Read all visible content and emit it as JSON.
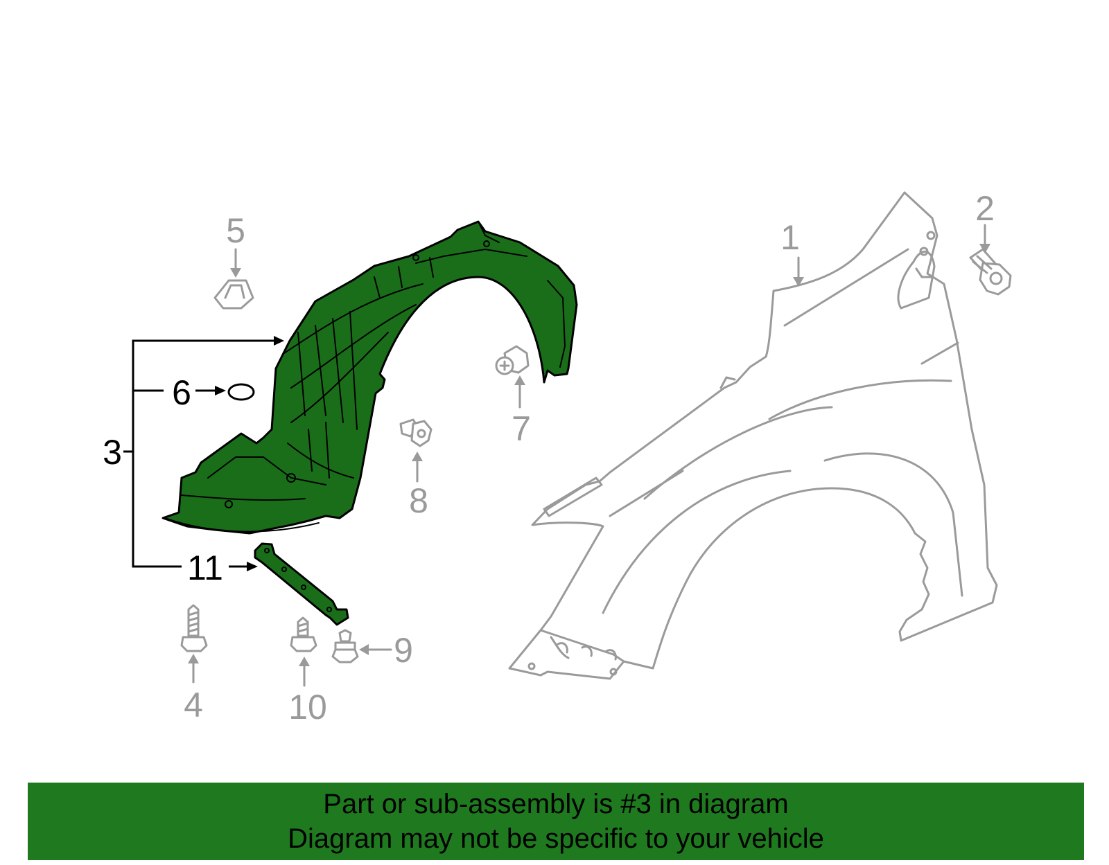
{
  "callouts": {
    "c1": "1",
    "c2": "2",
    "c3": "3",
    "c4": "4",
    "c5": "5",
    "c6": "6",
    "c7": "7",
    "c8": "8",
    "c9": "9",
    "c10": "10",
    "c11": "11"
  },
  "highlighted_part": "3",
  "colors": {
    "highlight": "#1f7a1f",
    "highlight_fill": "#1a6e1a",
    "line_grey": "#9a9a9a",
    "line_black": "#000000",
    "background": "#ffffff"
  },
  "banner": {
    "line1": "Part or sub-assembly is #3 in diagram",
    "line2": "Diagram may not be specific to your vehicle"
  }
}
